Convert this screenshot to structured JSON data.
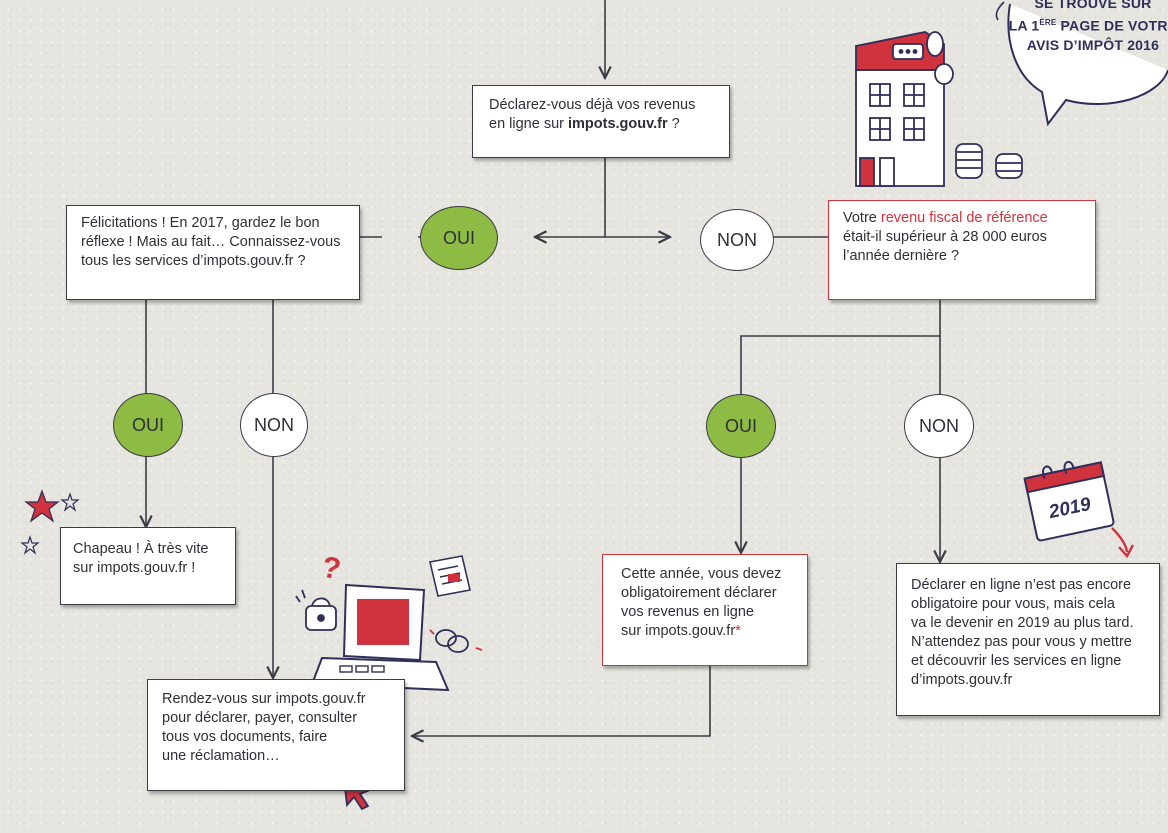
{
  "bubble": {
    "line1": "SE TROUVE SUR",
    "line2_prefix": "LA 1",
    "line2_sup": "ÈRE",
    "line2_suffix": " PAGE DE VOTRE",
    "line3": "AVIS D’IMPÔT 2016"
  },
  "question": {
    "line1": "Déclarez-vous déjà vos revenus",
    "line2_prefix": "en ligne sur ",
    "line2_bold": "impots.gouv.fr",
    "line2_suffix": " ?"
  },
  "left_box": {
    "line1": "Félicitations ! En 2017, gardez le bon",
    "line2": "réflexe ! Mais au fait… Connaissez-vous",
    "line3": "tous les services d’impots.gouv.fr ?"
  },
  "revenu_box": {
    "line1_prefix": "Votre ",
    "line1_highlight": "revenu fiscal de référence",
    "line2": "était-il supérieur à 28 000 euros",
    "line3": "l’année dernière ?"
  },
  "answers": {
    "oui": "OUI",
    "non": "NON"
  },
  "chapeau_box": {
    "line1": "Chapeau ! À très vite",
    "line2": "sur impots.gouv.fr !"
  },
  "obligatoire_box": {
    "line1": "Cette année, vous devez",
    "line2": "obligatoirement déclarer",
    "line3": "vos revenus en ligne",
    "line4": "sur impots.gouv.fr",
    "asterisk": "*"
  },
  "pas_encore_box": {
    "line1": "Déclarer en ligne n’est pas encore",
    "line2": "obligatoire pour vous, mais cela",
    "line3": "va le devenir en 2019 au plus tard.",
    "line4": "N’attendez pas pour vous y mettre",
    "line5": "et découvrir les services en ligne",
    "line6": "d’impots.gouv.fr"
  },
  "rendezvous_box": {
    "line1": "Rendez-vous sur impots.gouv.fr",
    "line2": "pour déclarer, payer, consulter",
    "line3": "tous vos documents, faire",
    "line4": "une réclamation…"
  },
  "calendar": {
    "year": "2019"
  },
  "question_mark": "?",
  "colors": {
    "accent_red": "#d0333d",
    "oui_green": "#8dbb44",
    "ink": "#3b3b47",
    "paper": "#e6e5df"
  },
  "icons": [
    "speech-bubble",
    "building-icon",
    "coins-icon",
    "star-icon",
    "calendar-icon",
    "arrow-icon",
    "laptop-icon",
    "padlock-icon",
    "document-icon",
    "rings-icon",
    "cursor-icon"
  ]
}
